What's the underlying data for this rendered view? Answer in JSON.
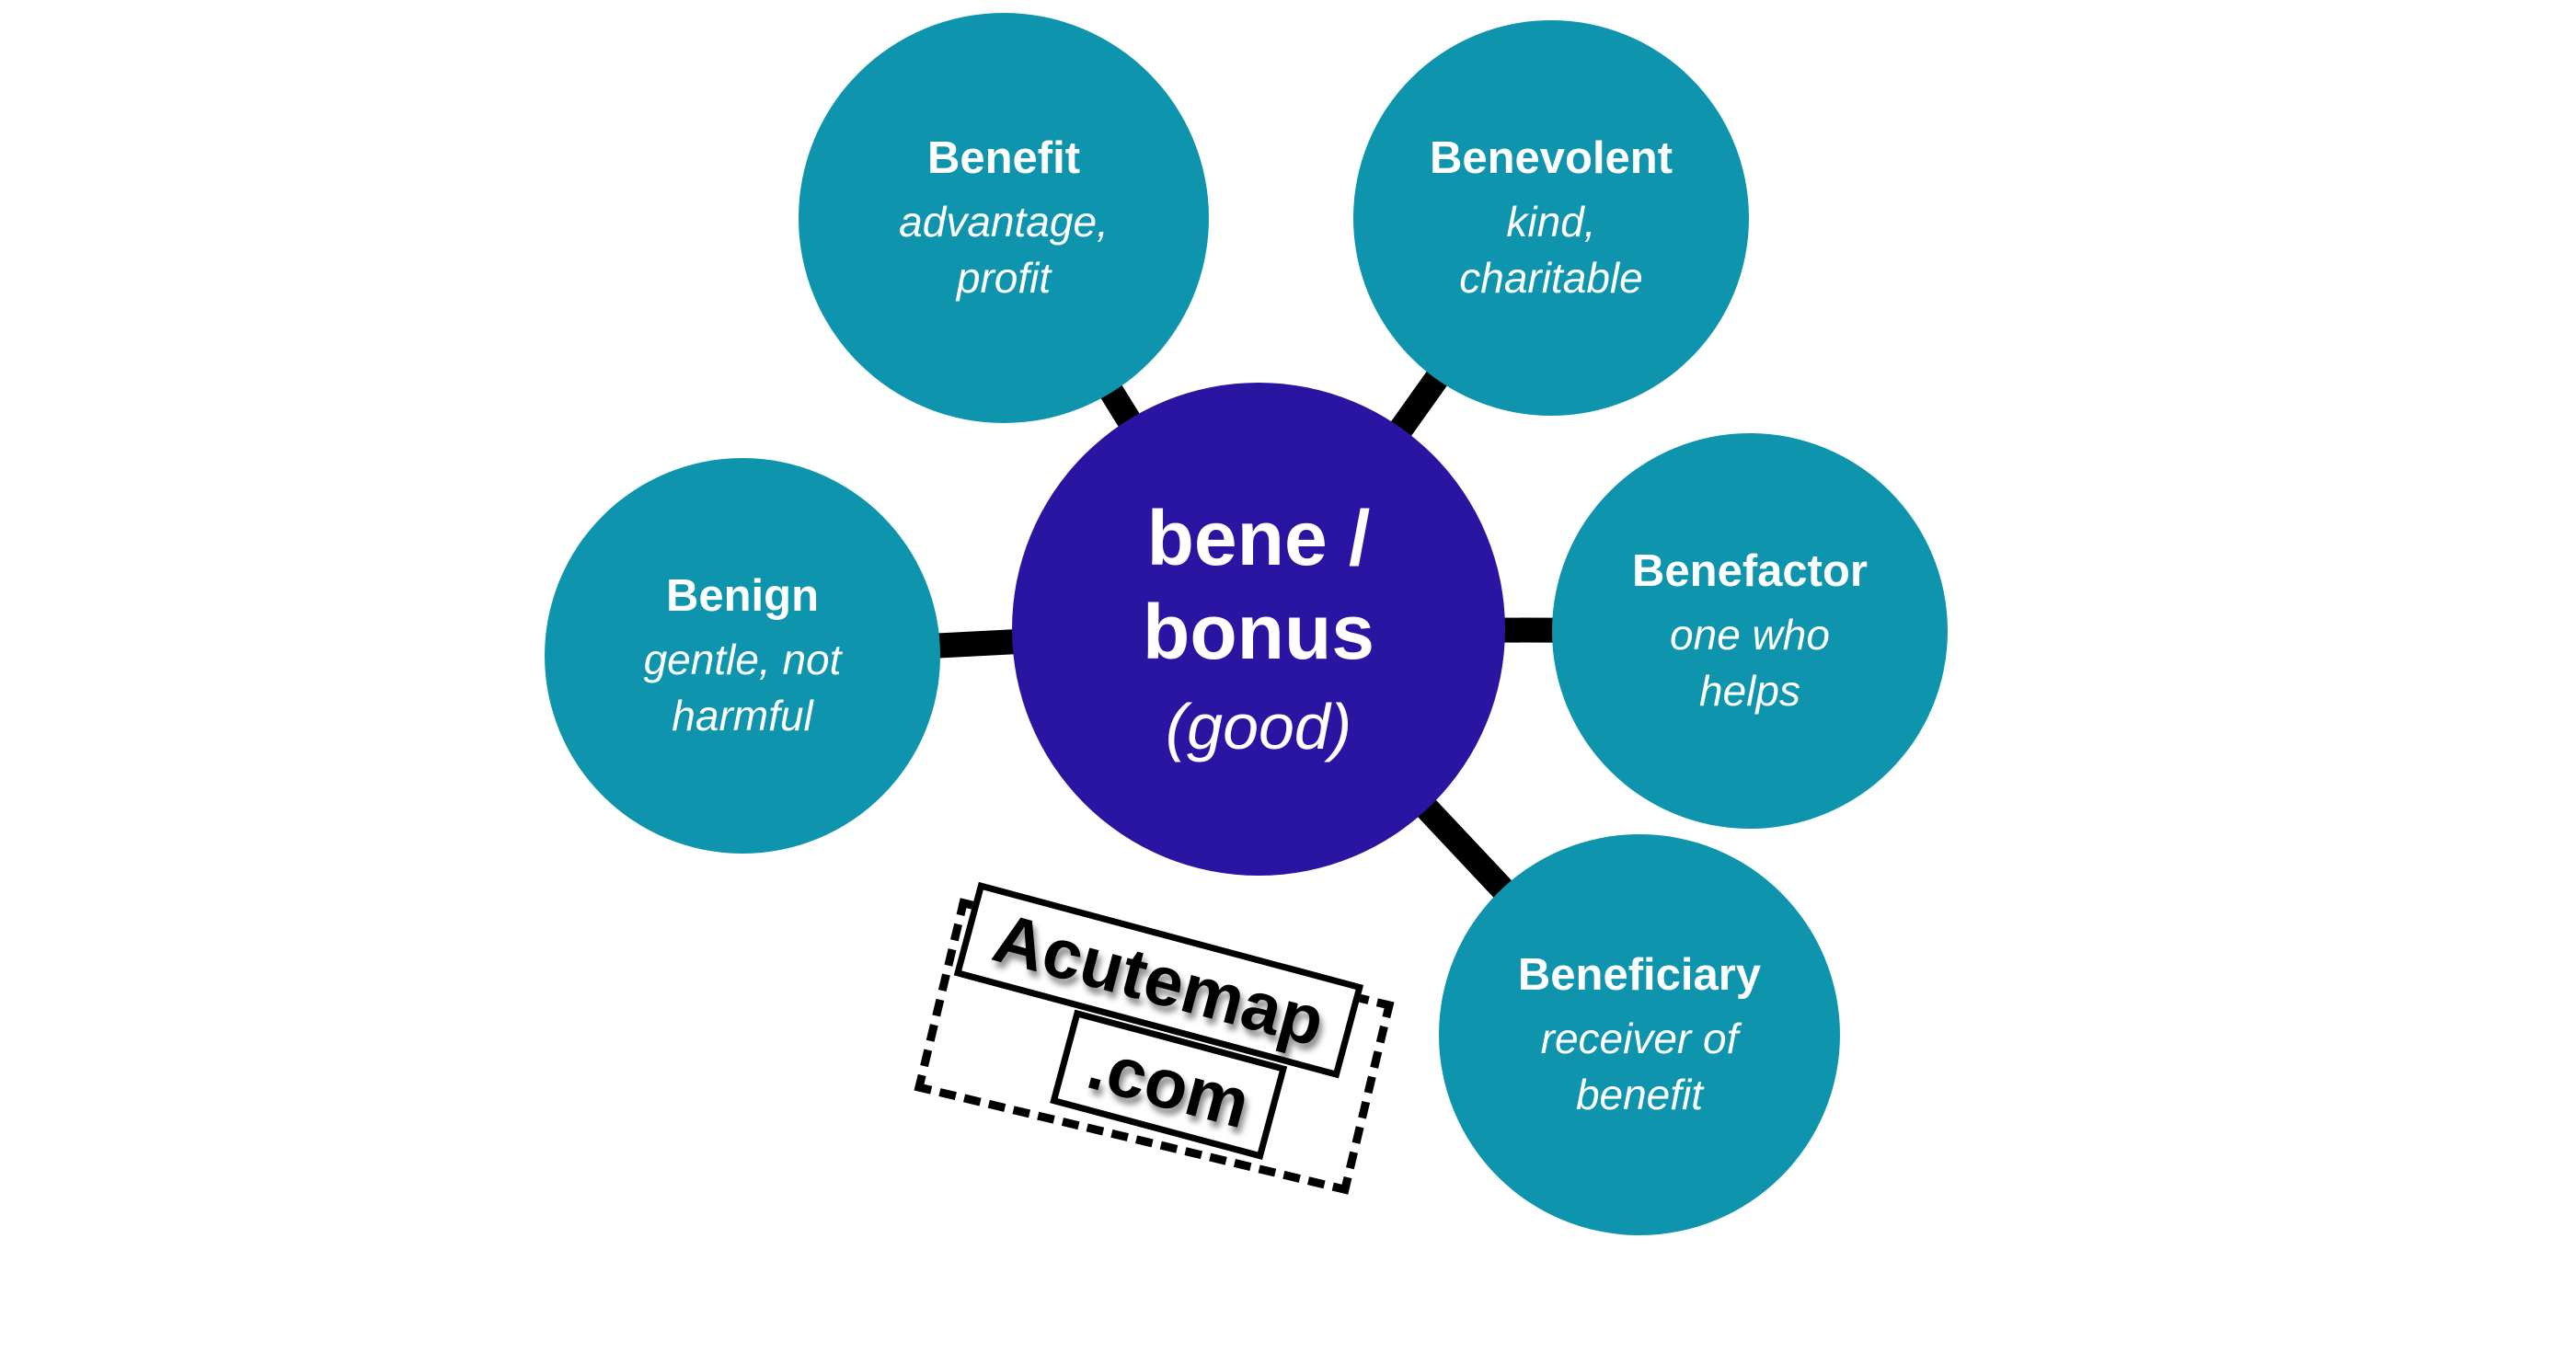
{
  "colors": {
    "background": "#ffffff",
    "center_circle_fill": "#2a15a2",
    "satellite_circle_fill": "#0e94ad",
    "connector": "#000000",
    "circle_text": "#ffffff",
    "watermark_text": "#000000"
  },
  "center": {
    "line1": "bene /",
    "line2": "bonus",
    "line3": "(good)"
  },
  "satellites": [
    {
      "word": "Benefit",
      "definition": "advantage, profit"
    },
    {
      "word": "Benevolent",
      "definition": "kind, charitable"
    },
    {
      "word": "Benign",
      "definition": "gentle, not harmful"
    },
    {
      "word": "Benefactor",
      "definition": "one who helps"
    },
    {
      "word": "Beneficiary",
      "definition": "receiver of benefit"
    }
  ],
  "watermark": {
    "site": "Acutemap",
    "tld": ".com"
  }
}
